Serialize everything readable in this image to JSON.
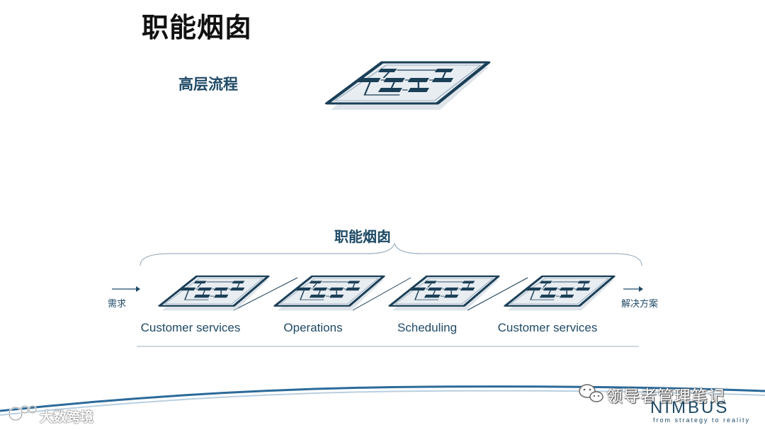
{
  "slide": {
    "title": "职能烟囱",
    "high_level_label": "高层流程",
    "silo_title": "职能烟囱",
    "input_label": "需求",
    "output_label": "解决方案",
    "functions": [
      {
        "label": "Customer services"
      },
      {
        "label": "Operations"
      },
      {
        "label": "Scheduling"
      },
      {
        "label": "Customer services"
      }
    ]
  },
  "footer": {
    "wechat_account": "领导者管理笔记",
    "brand": "NIMBUS",
    "brand_tagline": "from strategy to reality",
    "watermark": "大数跨境"
  },
  "colors": {
    "accent": "#1f4a66",
    "board_dark": "#1b3f57",
    "board_light": "#e6ecf2"
  }
}
